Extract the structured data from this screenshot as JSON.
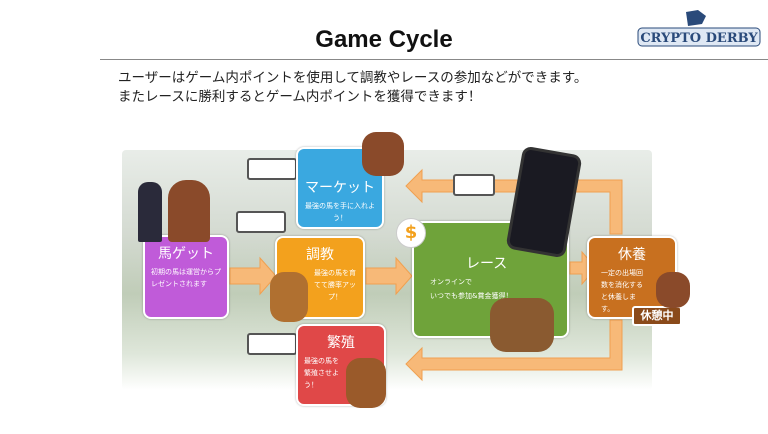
{
  "title": "Game Cycle",
  "logo": "CRYPTO DERBY",
  "intro": [
    "ユーザーはゲーム内ポイントを使用して調教やレースの参加などができます。",
    "またレースに勝利するとゲーム内ポイントを獲得できます！"
  ],
  "steps": {
    "get": {
      "title": "馬ゲット",
      "desc": "初期の馬は運営からプレゼントされます",
      "color": "#c05bd9"
    },
    "train": {
      "title": "調教",
      "desc": "最強の馬を育てて勝率アップ！",
      "color": "#f3a11d"
    },
    "market": {
      "title": "マーケット",
      "desc": "最強の馬を手に入れよう！",
      "color": "#3aa8e0"
    },
    "breed": {
      "title": "繁殖",
      "desc": "最強の馬を繁殖させよう！",
      "color": "#e04848"
    },
    "race": {
      "title": "レース",
      "desc1": "オンラインで",
      "desc2": "いつでも参加&賞金獲得！",
      "color": "#6fa33a"
    },
    "rest": {
      "title": "休養",
      "desc": "一定の出場回数を消化すると休養します。",
      "color": "#c8701f",
      "sign": "休憩中"
    }
  },
  "arrow_color": "#f7b978"
}
